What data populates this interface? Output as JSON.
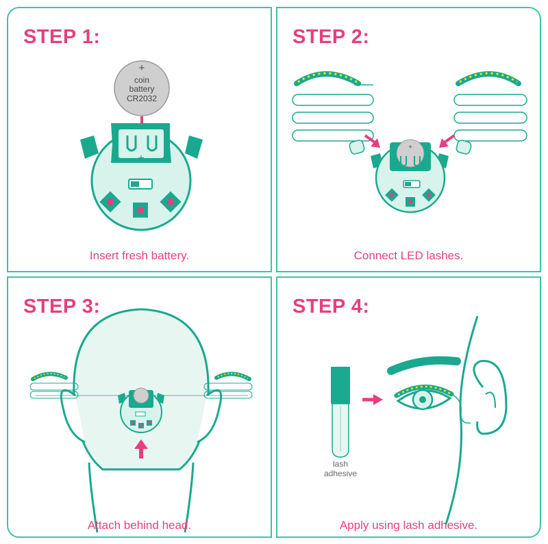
{
  "steps": [
    {
      "title": "STEP 1:",
      "caption": "Insert fresh battery."
    },
    {
      "title": "STEP 2:",
      "caption": "Connect LED lashes."
    },
    {
      "title": "STEP 3:",
      "caption": "Attach behind head."
    },
    {
      "title": "STEP 4:",
      "caption": "Apply using lash adhesive."
    }
  ],
  "battery": {
    "plus": "+",
    "line1": "coin",
    "line2": "battery",
    "line3": "CR2032"
  },
  "adhesive": {
    "line1": "lash",
    "line2": "adhesive"
  },
  "colors": {
    "accent": "#e4407f",
    "teal": "#19a98e",
    "teal_light": "#d8f3ec",
    "led": "#f2e600",
    "border": "#3cc2a8"
  }
}
